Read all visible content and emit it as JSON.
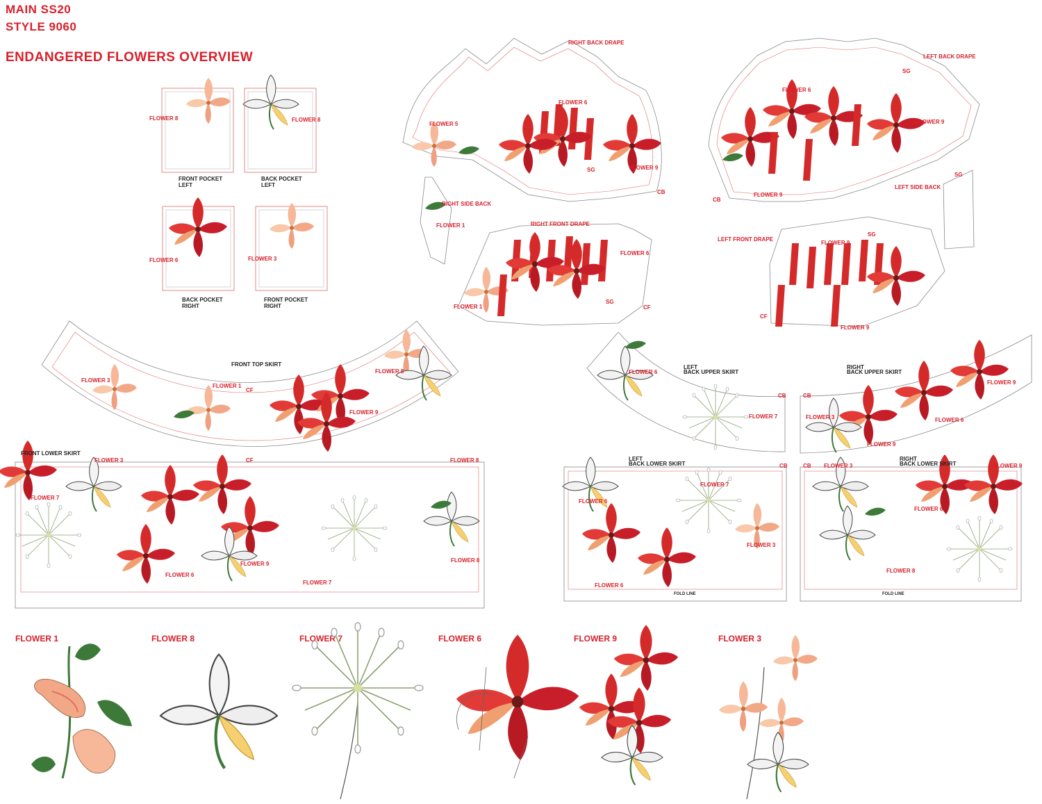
{
  "header": {
    "line1": "MAIN SS20",
    "line2": "STYLE 9060",
    "title": "ENDANGERED FLOWERS OVERVIEW"
  },
  "colors": {
    "accent": "#d8202a",
    "pattern_line": "#e06a6a",
    "outline": "#888888",
    "flower_red": "#d42a2a",
    "flower_peach": "#f2a886",
    "flower_yellow": "#f4c84a",
    "leaf_green": "#3d7a3a",
    "ink_gray": "#555555"
  },
  "pattern_pieces": {
    "front_pocket_left": {
      "name1": "FRONT POCKET",
      "name2": "LEFT",
      "flower": "FLOWER 8"
    },
    "back_pocket_left": {
      "name1": "BACK POCKET",
      "name2": "LEFT",
      "flower": "FLOWER 8"
    },
    "back_pocket_right": {
      "name1": "BACK POCKET",
      "name2": "RIGHT",
      "flower": "FLOWER 6"
    },
    "front_pocket_right": {
      "name1": "FRONT POCKET",
      "name2": "RIGHT",
      "flower": "FLOWER 3"
    },
    "right_back_drape": {
      "name": "RIGHT BACK DRAPE",
      "flowers": [
        "FLOWER 5",
        "FLOWER 6",
        "FLOWER 9"
      ],
      "marks": [
        "SG",
        "CB"
      ]
    },
    "left_back_drape": {
      "name": "LEFT BACK DRAPE",
      "flowers": [
        "FLOWER 6",
        "FLOWER 9",
        "FLOWER 9"
      ],
      "marks": [
        "SG",
        "CB"
      ]
    },
    "right_side_back": {
      "name": "RIGHT SIDE BACK",
      "flower": "FLOWER 1"
    },
    "left_side_back": {
      "name": "LEFT SIDE BACK",
      "mark": "SG"
    },
    "right_front_drape": {
      "name": "RIGHT FRONT DRAPE",
      "flowers": [
        "FLOWER 6",
        "FLOWER 1"
      ],
      "marks": [
        "SG",
        "CF"
      ]
    },
    "left_front_drape": {
      "name": "LEFT FRONT DRAPE",
      "flowers": [
        "FLOWER 9",
        "FLOWER 9"
      ],
      "marks": [
        "SG",
        "CF"
      ]
    },
    "front_top_skirt": {
      "name": "FRONT TOP SKIRT",
      "flowers": [
        "FLOWER 3",
        "FLOWER 1",
        "FLOWER 8",
        "FLOWER 9"
      ],
      "mark": "CF"
    },
    "left_back_upper_skirt": {
      "name1": "LEFT",
      "name2": "BACK UPPER SKIRT",
      "flowers": [
        "FLOWER 6",
        "FLOWER 7"
      ],
      "mark": "CB"
    },
    "right_back_upper_skirt": {
      "name1": "RIGHT",
      "name2": "BACK UPPER SKIRT",
      "flowers": [
        "FLOWER 9",
        "FLOWER 3",
        "FLOWER 6",
        "FLOWER 9"
      ],
      "mark": "CB"
    },
    "front_lower_skirt": {
      "name": "FRONT LOWER SKIRT",
      "flowers": [
        "FLOWER 3",
        "FLOWER 8",
        "FLOWER 7",
        "FLOWER 6",
        "FLOWER 9",
        "FLOWER 7",
        "FLOWER 8"
      ],
      "mark": "CF"
    },
    "left_back_lower_skirt": {
      "name1": "LEFT",
      "name2": "BACK LOWER SKIRT",
      "flowers": [
        "FLOWER 7",
        "FLOWER 6",
        "FLOWER 3",
        "FLOWER 6"
      ],
      "mark": "CB",
      "fold": "FOLD LINE"
    },
    "right_back_lower_skirt": {
      "name1": "RIGHT",
      "name2": "BACK LOWER SKIRT",
      "flowers": [
        "FLOWER 3",
        "FLOWER 9",
        "FLOWER 6",
        "FLOWER 8"
      ],
      "mark": "CB",
      "fold": "FOLD LINE"
    }
  },
  "flower_key": [
    {
      "label": "FLOWER 1",
      "icon": "trumpet-flower-icon"
    },
    {
      "label": "FLOWER 8",
      "icon": "gray-yellow-lily-icon"
    },
    {
      "label": "FLOWER 7",
      "icon": "white-agapanthus-icon"
    },
    {
      "label": "FLOWER 6",
      "icon": "red-hibiscus-icon"
    },
    {
      "label": "FLOWER 9",
      "icon": "red-lily-icon"
    },
    {
      "label": "FLOWER 3",
      "icon": "peach-lily-icon"
    }
  ]
}
